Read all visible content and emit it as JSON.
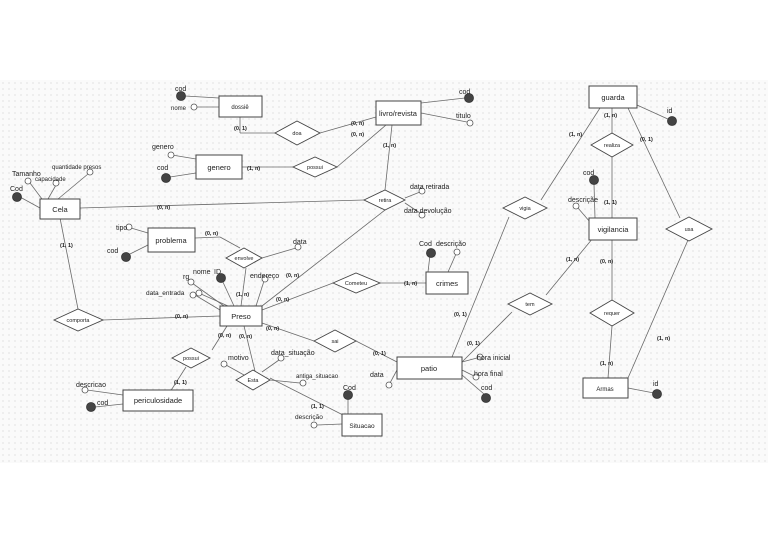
{
  "entities": {
    "dossie": "dossiê",
    "livro": "livro/revista",
    "genero": "genero",
    "cela": "Cela",
    "problema": "problema",
    "preso": "Preso",
    "crimes": "crimes",
    "periculosidade": "periculosidade",
    "situacao": "Situacao",
    "patio": "patio",
    "guarda": "guarda",
    "vigilancia": "vigilancia",
    "armas": "Armas"
  },
  "relationships": {
    "doa": "doa",
    "possui_genero": "possui",
    "retira": "retira",
    "envolve": "envolve",
    "cometeu": "Cometeu",
    "comporta": "comporta",
    "possui_per": "possui",
    "sai": "sai",
    "esta": "Esta",
    "vigia": "vigia",
    "tem": "tem",
    "realiza": "realiza",
    "requer": "requer",
    "usa": "usa"
  },
  "attributes": {
    "dossie_cod": "cod",
    "dossie_nome": "nome",
    "livro_cod": "cod",
    "livro_titulo": "titulo",
    "genero_genero": "genero",
    "genero_cod": "cod",
    "cela_tamanho": "Tamanho",
    "cela_capacidade": "capacidade",
    "cela_qtd": "quantidade presos",
    "cela_cod": "Cod",
    "retira_data_retirada": "data retirada",
    "retira_data_devolucao": "data devolução",
    "problema_tipo": "tipo",
    "problema_cod": "cod",
    "envolve_data": "data",
    "preso_rg": "rg",
    "preso_nome": "nome",
    "preso_id": "ID",
    "preso_endereco": "endereço",
    "preso_data_entrada": "data_entrada",
    "crimes_cod": "Cod",
    "crimes_descricao": "descrição",
    "per_descricao": "descricao",
    "per_cod": "cod",
    "esta_motivo": "motivo",
    "esta_data_situacao": "data_situação",
    "esta_antiga": "antiga_situacao",
    "situacao_cod": "Cod",
    "situacao_descricao": "descrição",
    "patio_data": "data",
    "patio_hora_inicial": "hora inicial",
    "patio_hora_final": "hora final",
    "patio_cod": "cod",
    "guarda_id": "id",
    "vig_cod": "cod",
    "vig_descricao": "descriçãe",
    "armas_id": "id"
  },
  "cardinalities": {
    "c_dossie_doa": "(0, 1)",
    "c_doa_livro": "(0, n)",
    "c_possui_livro": "(0, n)",
    "c_genero_possui": "(1, n)",
    "c_livro_retira": "(1, n)",
    "c_cela_retira": "(0, n)",
    "c_cela_comporta": "(1, 1)",
    "c_problema_envolve": "(0, n)",
    "c_preso_envolve": "(1, n)",
    "c_preso_cometeu": "(0, n)",
    "c_cometeu_crimes": "(1, n)",
    "c_comporta_preso": "(0, n)",
    "c_preso_sai": "(0, n)",
    "c_sai_patio": "(0, 1)",
    "c_preso_possui": "(0, n)",
    "c_possui_per": "(1, 1)",
    "c_situacao_esta": "(1, 1)",
    "c_patio_vigia": "(0, 1)",
    "c_patio_tem": "(0, 1)",
    "c_guarda_vigia": "(1, n)",
    "c_guarda_realiza": "(1, n)",
    "c_realiza_vig": "(1, 1)",
    "c_guarda_usa": "(0, 1)",
    "c_vig_tem": "(1, n)",
    "c_vig_requer": "(0, n)",
    "c_requer_armas": "(1, n)",
    "c_usa_armas": "(1, n)"
  }
}
